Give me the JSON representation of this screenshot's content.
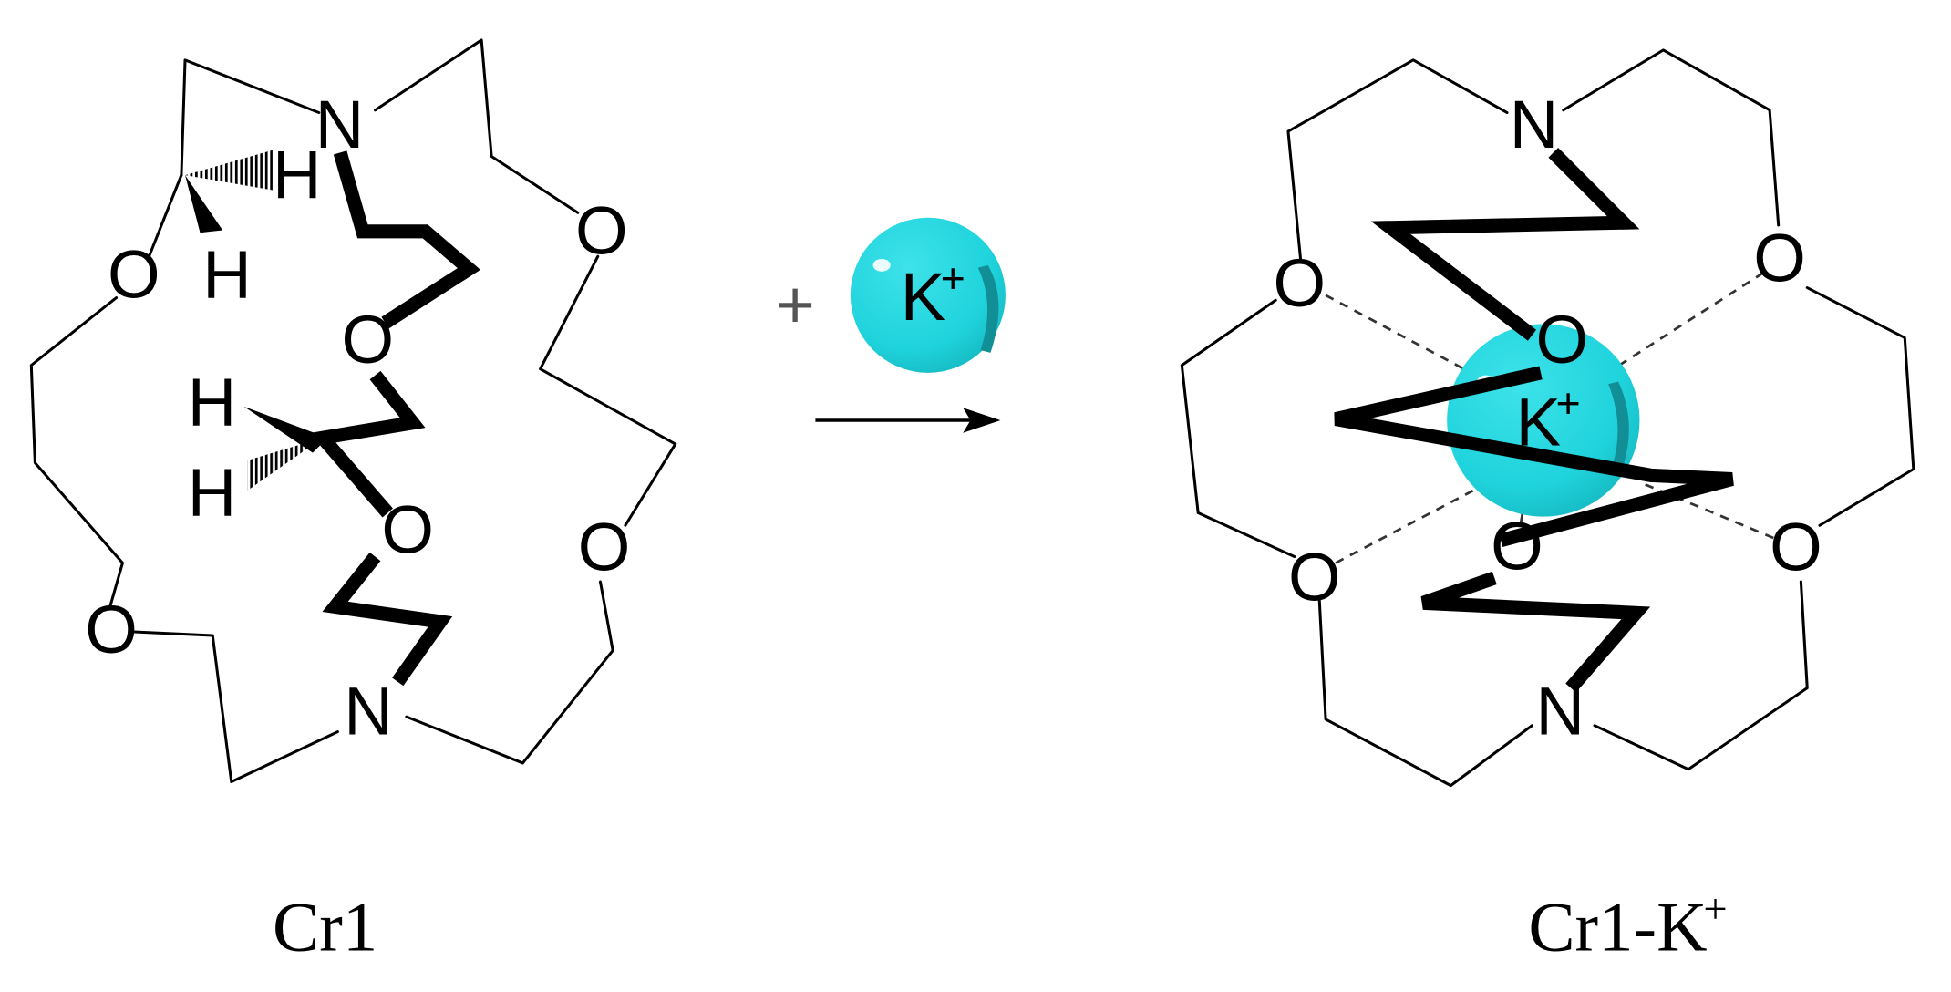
{
  "atoms": {
    "nitrogen": "N",
    "oxygen": "O",
    "hydrogen": "H"
  },
  "reagent": {
    "plus": "+",
    "ion": "K",
    "charge": "+"
  },
  "labels": {
    "reactant": "Cr1",
    "product_main": "Cr1-K",
    "product_charge": "+"
  },
  "colors": {
    "ion_fill": "#1fd3dc",
    "ion_shadow": "#128f96",
    "bond": "#000000"
  },
  "icons": {
    "arrow": "reaction-arrow-icon",
    "ion": "potassium-ion-sphere-icon"
  }
}
